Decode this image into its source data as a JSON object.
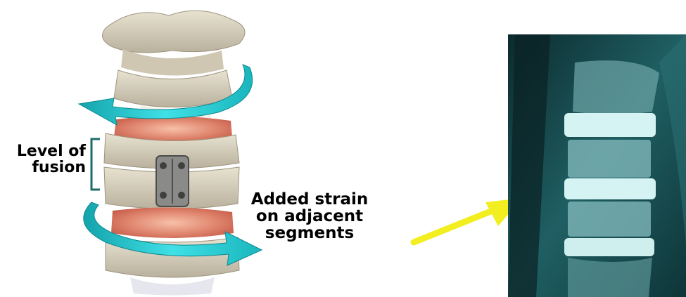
{
  "labels": {
    "level_of_fusion": [
      "Level of",
      "fusion"
    ],
    "added_strain": [
      "Added strain",
      "on adjacent",
      "segments"
    ]
  },
  "colors": {
    "arrow_cyan": "#2fd0d6",
    "arrow_dark": "#14a3ab",
    "bracket": "#1e6b6b",
    "yellow_arrow": "#f2ee20",
    "bone": "#d9d2bf",
    "disc_red": "#e0866f",
    "xray_bg": "#123a3e",
    "xray_bright": "#d6f3f3"
  },
  "icons": {
    "rotation_arrow": "rotation-arrow-icon",
    "pointer_arrow": "arrow-right-icon"
  }
}
